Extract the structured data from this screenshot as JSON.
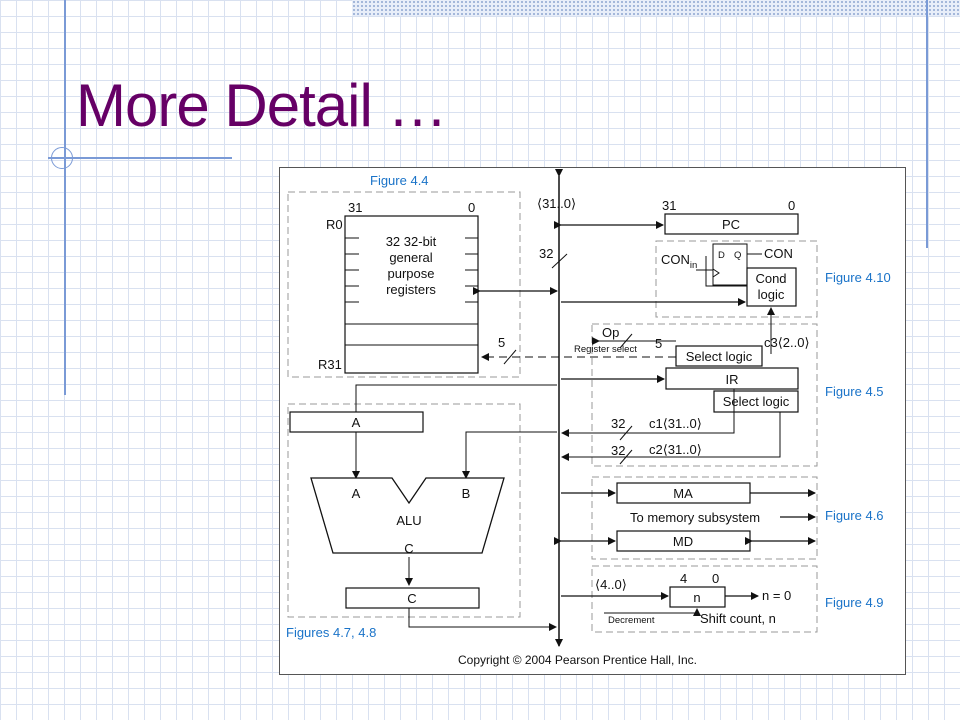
{
  "slide": {
    "title": "More Detail …"
  },
  "figure": {
    "captions": {
      "fig44": "Figure 4.4",
      "fig410": "Figure 4.10",
      "fig45": "Figure 4.5",
      "fig46": "Figure 4.6",
      "fig49": "Figure 4.9",
      "fig4748": "Figures 4.7, 4.8"
    },
    "regfile": {
      "bit_hi": "31",
      "bit_lo": "0",
      "r0": "R0",
      "r31": "R31",
      "desc_line1": "32 32-bit",
      "desc_line2": "general",
      "desc_line3": "purpose",
      "desc_line4": "registers"
    },
    "bus": {
      "range": "⟨31..0⟩",
      "width": "32"
    },
    "pc": {
      "bit_hi": "31",
      "bit_lo": "0",
      "label": "PC"
    },
    "cond": {
      "con_in": "CON",
      "con_in_sub": "in",
      "d": "D",
      "q": "Q",
      "con_out": "CON",
      "logic_line1": "Cond",
      "logic_line2": "logic"
    },
    "ir": {
      "op": "Op",
      "op_width": "5",
      "reg_select": "Register select",
      "select_logic_top": "Select logic",
      "c3": "c3⟨2..0⟩",
      "label": "IR",
      "select_logic_bottom": "Select logic",
      "sel_width": "5",
      "c1_width": "32",
      "c1": "c1⟨31..0⟩",
      "c2_width": "32",
      "c2": "c2⟨31..0⟩"
    },
    "alu": {
      "reg_a": "A",
      "in_a": "A",
      "in_b": "B",
      "label": "ALU",
      "out_c": "C",
      "reg_c": "C"
    },
    "memory": {
      "ma": "MA",
      "to_mem": "To memory subsystem",
      "md": "MD"
    },
    "shift": {
      "range": "⟨4..0⟩",
      "bit_hi": "4",
      "bit_lo": "0",
      "n": "n",
      "n_zero": "n = 0",
      "decrement": "Decrement",
      "shift_count": "Shift count, n"
    },
    "copyright": "Copyright © 2004 Pearson Prentice Hall, Inc."
  },
  "colors": {
    "title": "#660066",
    "caption": "#1a73c8",
    "grid": "#d9e1f0",
    "accent_line": "#7a9ad6"
  }
}
